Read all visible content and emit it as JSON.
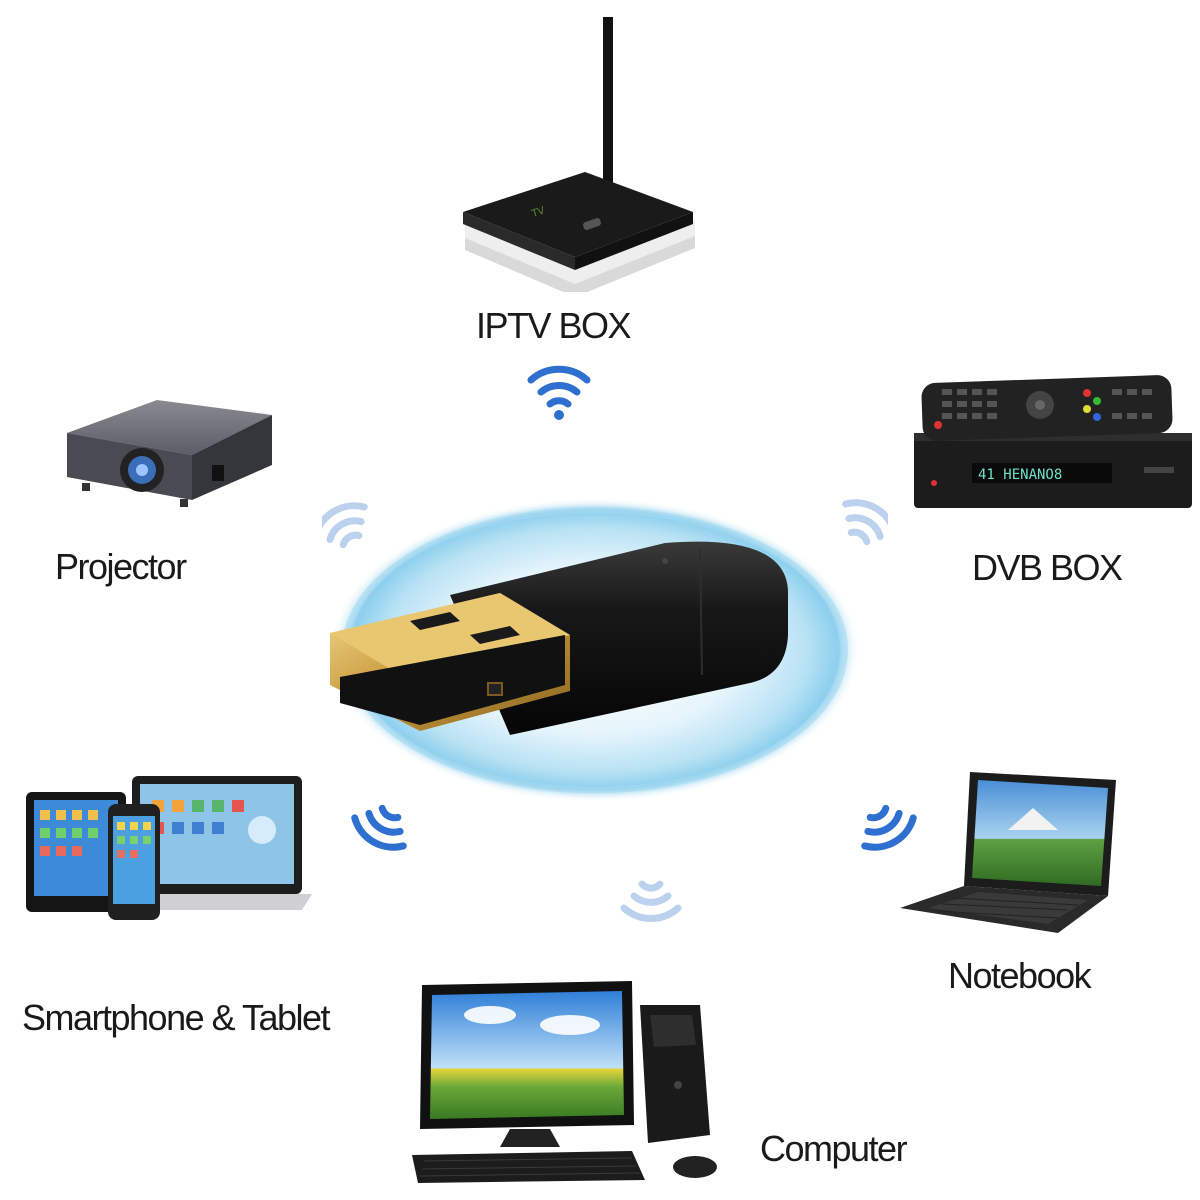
{
  "devices": {
    "iptv": {
      "label": "IPTV BOX"
    },
    "projector": {
      "label": "Projector"
    },
    "dvb": {
      "label": "DVB BOX",
      "display_text": "41 HENANO8"
    },
    "mobile": {
      "label": "Smartphone & Tablet"
    },
    "notebook": {
      "label": "Notebook"
    },
    "computer": {
      "label": "Computer"
    }
  },
  "colors": {
    "wifi_blue": "#2f6fd0",
    "wifi_light": "#bcd1ee",
    "glow": "#9fd4ee",
    "gold": "#d8b25a",
    "dongle_black": "#141414"
  },
  "icons": [
    "wifi-signal-icon",
    "usb-wifi-dongle",
    "router-antenna"
  ]
}
